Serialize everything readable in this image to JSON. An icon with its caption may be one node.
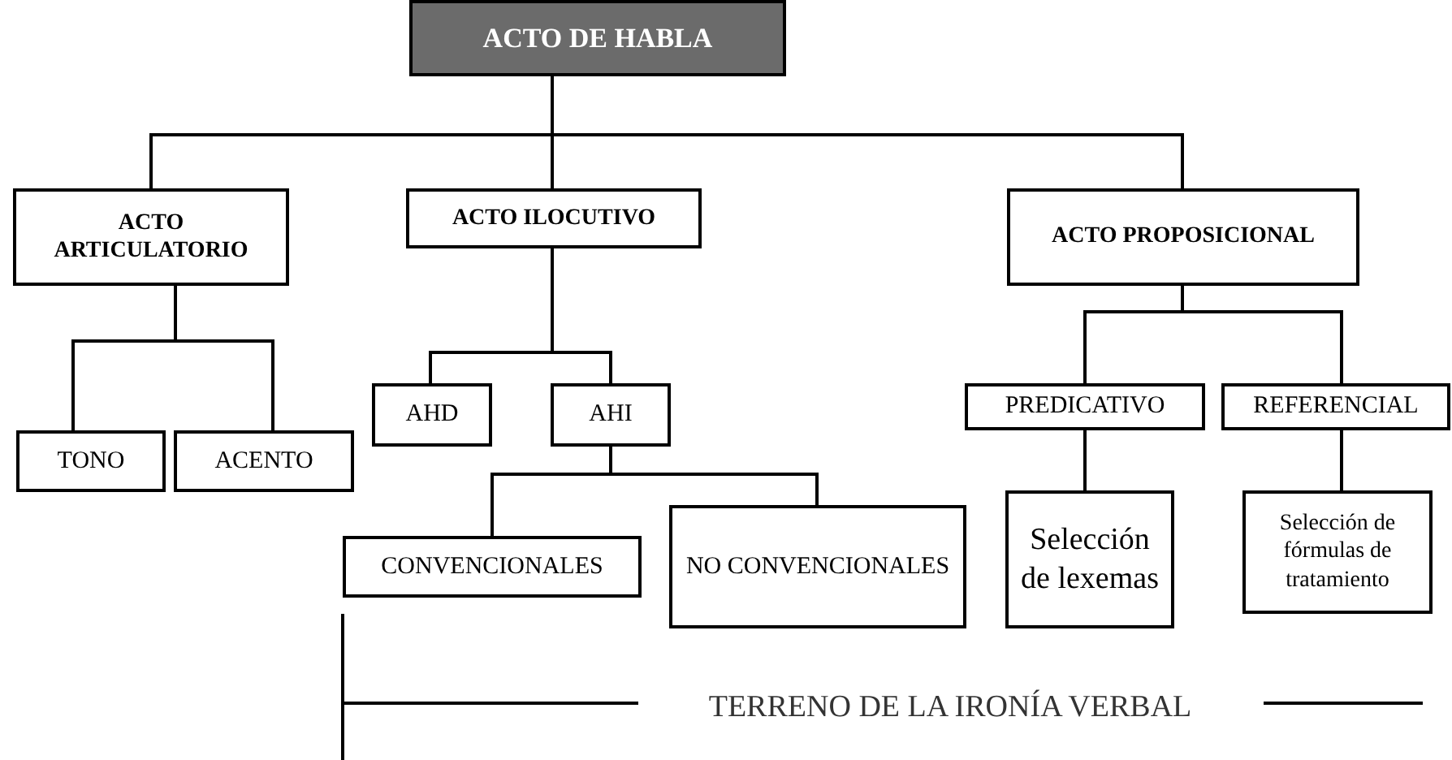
{
  "diagram": {
    "nodes": [
      {
        "text": [
          "ACTO DE HABLA"
        ]
      },
      {
        "text": [
          "ACTO ARTICULATORIO"
        ]
      },
      {
        "text": [
          "ACTO ILOCUTIVO"
        ]
      },
      {
        "text": [
          "ACTO PROPOSICIONAL"
        ]
      },
      {
        "text": [
          "TONO"
        ]
      },
      {
        "text": [
          "ACENTO"
        ]
      },
      {
        "text": [
          "AHD"
        ]
      },
      {
        "text": [
          "AHI"
        ]
      },
      {
        "text": [
          "CONVENCIONALES"
        ]
      },
      {
        "text": [
          "NO CONVENCIONALES"
        ]
      },
      {
        "text": [
          "PREDICATIVO"
        ]
      },
      {
        "text": [
          "REFERENCIAL"
        ]
      },
      {
        "text": [
          "Selección de lexemas"
        ]
      },
      {
        "text": [
          "Selección de fórmulas de tratamiento"
        ]
      }
    ],
    "edges": [
      {
        "from": 0,
        "to": 1,
        "arrow": "none"
      },
      {
        "from": 0,
        "to": 2,
        "arrow": "none"
      },
      {
        "from": 0,
        "to": 3,
        "arrow": "none"
      },
      {
        "from": 1,
        "to": 4,
        "arrow": "none"
      },
      {
        "from": 1,
        "to": 5,
        "arrow": "none"
      },
      {
        "from": 2,
        "to": 6,
        "arrow": "none"
      },
      {
        "from": 2,
        "to": 7,
        "arrow": "none"
      },
      {
        "from": 7,
        "to": 8,
        "arrow": "none"
      },
      {
        "from": 7,
        "to": 9,
        "arrow": "none"
      },
      {
        "from": 3,
        "to": 10,
        "arrow": "none"
      },
      {
        "from": 3,
        "to": 11,
        "arrow": "none"
      },
      {
        "from": 10,
        "to": 12,
        "arrow": "none"
      },
      {
        "from": 11,
        "to": 13,
        "arrow": "none"
      }
    ],
    "labels": [
      "TERRENO DE LA IRONÍA VERBAL"
    ]
  }
}
